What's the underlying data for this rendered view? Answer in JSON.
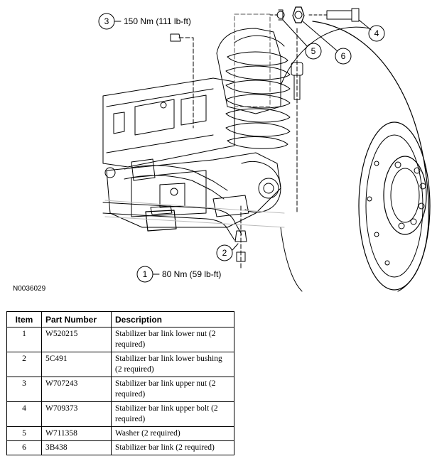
{
  "figure": {
    "id": "N0036029",
    "callouts": [
      {
        "number": "1",
        "torque": "80 Nm (59 lb-ft)"
      },
      {
        "number": "2",
        "torque": ""
      },
      {
        "number": "3",
        "torque": "150 Nm (111 lb-ft)"
      },
      {
        "number": "4",
        "torque": ""
      },
      {
        "number": "5",
        "torque": ""
      },
      {
        "number": "6",
        "torque": ""
      }
    ]
  },
  "table": {
    "headers": {
      "item": "Item",
      "part_number": "Part Number",
      "description": "Description"
    },
    "rows": [
      {
        "item": "1",
        "part_number": "W520215",
        "description": "Stabilizer bar link lower nut (2 required)"
      },
      {
        "item": "2",
        "part_number": "5C491",
        "description": "Stabilizer bar link lower bushing (2 required)"
      },
      {
        "item": "3",
        "part_number": "W707243",
        "description": "Stabilizer bar link upper nut (2 required)"
      },
      {
        "item": "4",
        "part_number": "W709373",
        "description": "Stabilizer bar link upper bolt (2 required)"
      },
      {
        "item": "5",
        "part_number": "W711358",
        "description": "Washer (2 required)"
      },
      {
        "item": "6",
        "part_number": "3B438",
        "description": "Stabilizer bar link (2 required)"
      }
    ]
  }
}
